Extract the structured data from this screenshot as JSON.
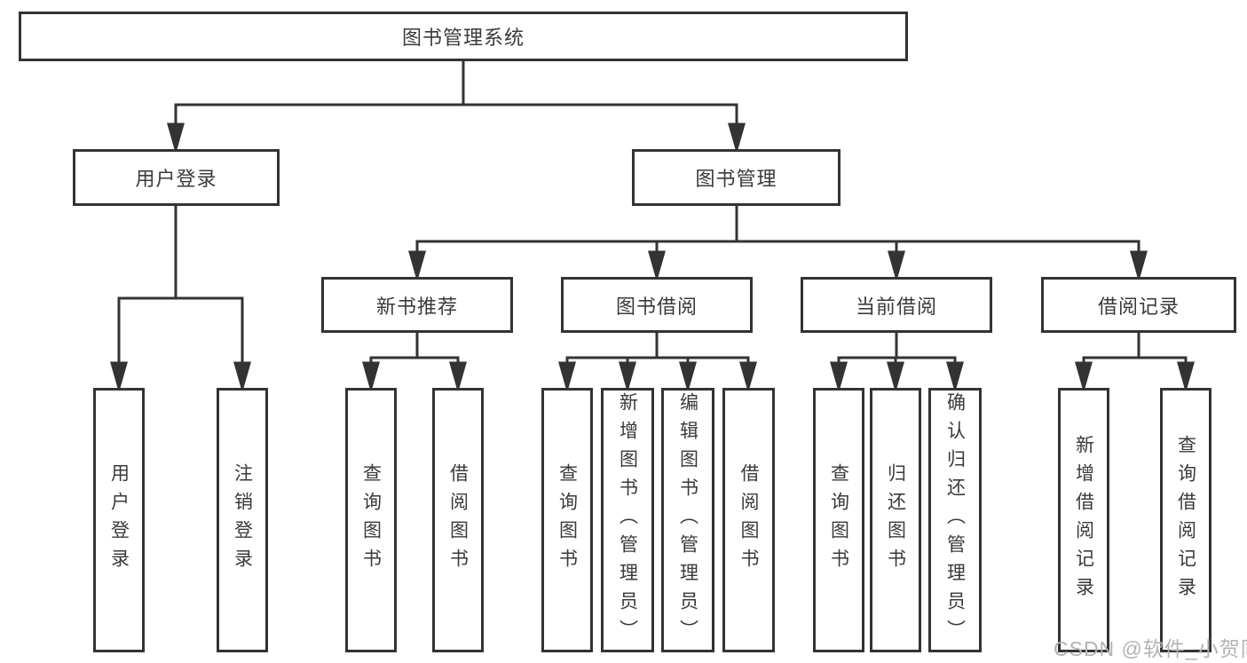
{
  "colors": {
    "line": "#333333",
    "node_border": "#333333",
    "node_text": "#3a3a3a",
    "background": "#ffffff",
    "watermark": "#b3b3b3"
  },
  "watermark": {
    "text": "CSDN @软件_小贺同学"
  },
  "tree": {
    "label": "图书管理系统",
    "children": [
      {
        "label": "用户登录",
        "children": [
          {
            "label": "用户登录"
          },
          {
            "label": "注销登录"
          }
        ]
      },
      {
        "label": "图书管理",
        "children": [
          {
            "label": "新书推荐",
            "children": [
              {
                "label": "查询图书"
              },
              {
                "label": "借阅图书"
              }
            ]
          },
          {
            "label": "图书借阅",
            "children": [
              {
                "label": "查询图书"
              },
              {
                "label": "新增图书（管理员）"
              },
              {
                "label": "编辑图书（管理员）"
              },
              {
                "label": "借阅图书"
              }
            ]
          },
          {
            "label": "当前借阅",
            "children": [
              {
                "label": "查询图书"
              },
              {
                "label": "归还图书"
              },
              {
                "label": "确认归还（管理员）"
              }
            ]
          },
          {
            "label": "借阅记录",
            "children": [
              {
                "label": "新增借阅记录"
              },
              {
                "label": "查询借阅记录"
              }
            ]
          }
        ]
      }
    ]
  }
}
